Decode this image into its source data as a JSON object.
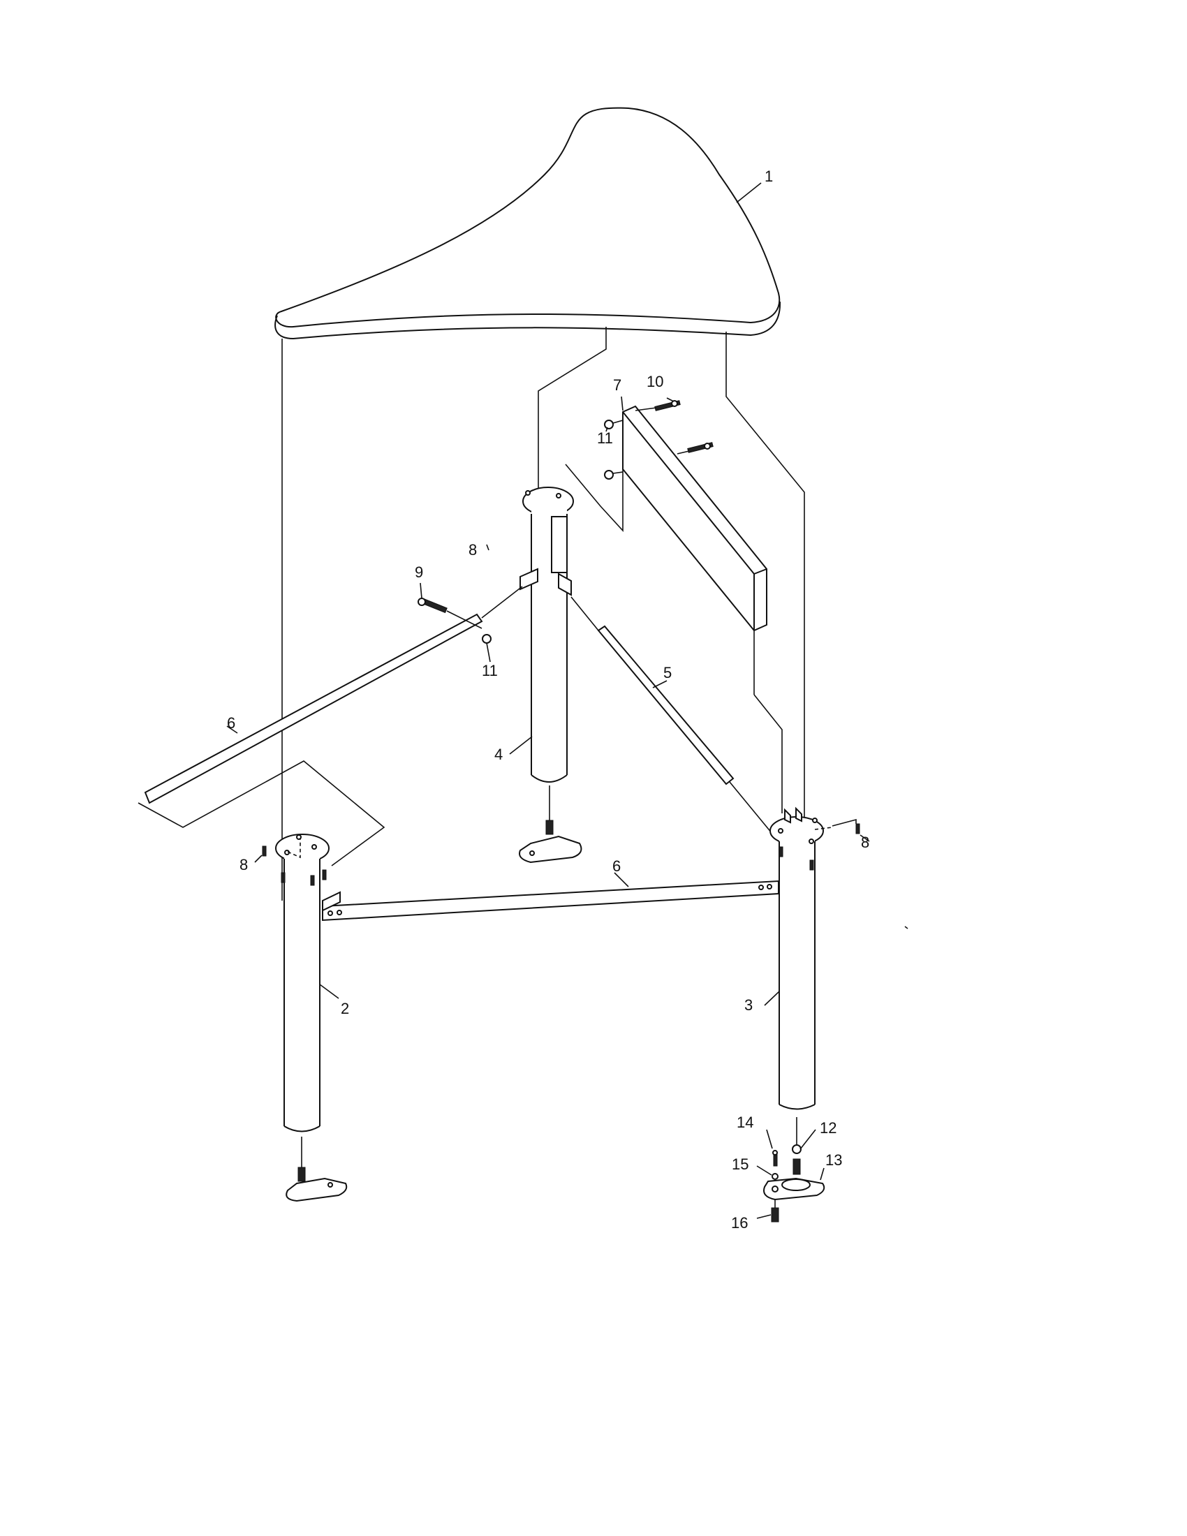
{
  "diagram": {
    "type": "exploded-assembly",
    "subject": "triangular table frame with legs",
    "parts": [
      {
        "id": "1",
        "label": "1",
        "part": "tabletop"
      },
      {
        "id": "2",
        "label": "2",
        "part": "front-left leg"
      },
      {
        "id": "3",
        "label": "3",
        "part": "front-right leg"
      },
      {
        "id": "4",
        "label": "4",
        "part": "rear leg"
      },
      {
        "id": "5",
        "label": "5",
        "part": "diagonal brace"
      },
      {
        "id": "6",
        "label": "6",
        "part": "side brace"
      },
      {
        "id": "7",
        "label": "7",
        "part": "modesty panel / rail"
      },
      {
        "id": "8",
        "label": "8",
        "part": "screw"
      },
      {
        "id": "9",
        "label": "9",
        "part": "bolt"
      },
      {
        "id": "10",
        "label": "10",
        "part": "bolt"
      },
      {
        "id": "11",
        "label": "11",
        "part": "nut"
      },
      {
        "id": "12",
        "label": "12",
        "part": "hex nut"
      },
      {
        "id": "13",
        "label": "13",
        "part": "leveling foot"
      },
      {
        "id": "14",
        "label": "14",
        "part": "screw"
      },
      {
        "id": "15",
        "label": "15",
        "part": "washer"
      },
      {
        "id": "16",
        "label": "16",
        "part": "floor anchor"
      }
    ],
    "callouts": {
      "c1": "1",
      "c2": "2",
      "c3": "3",
      "c4": "4",
      "c5": "5",
      "c6a": "6",
      "c6b": "6",
      "c7": "7",
      "c8a": "8",
      "c8b": "8",
      "c8c": "8",
      "c9": "9",
      "c10": "10",
      "c11a": "11",
      "c11b": "11",
      "c12": "12",
      "c13": "13",
      "c14": "14",
      "c15": "15",
      "c16": "16"
    }
  }
}
